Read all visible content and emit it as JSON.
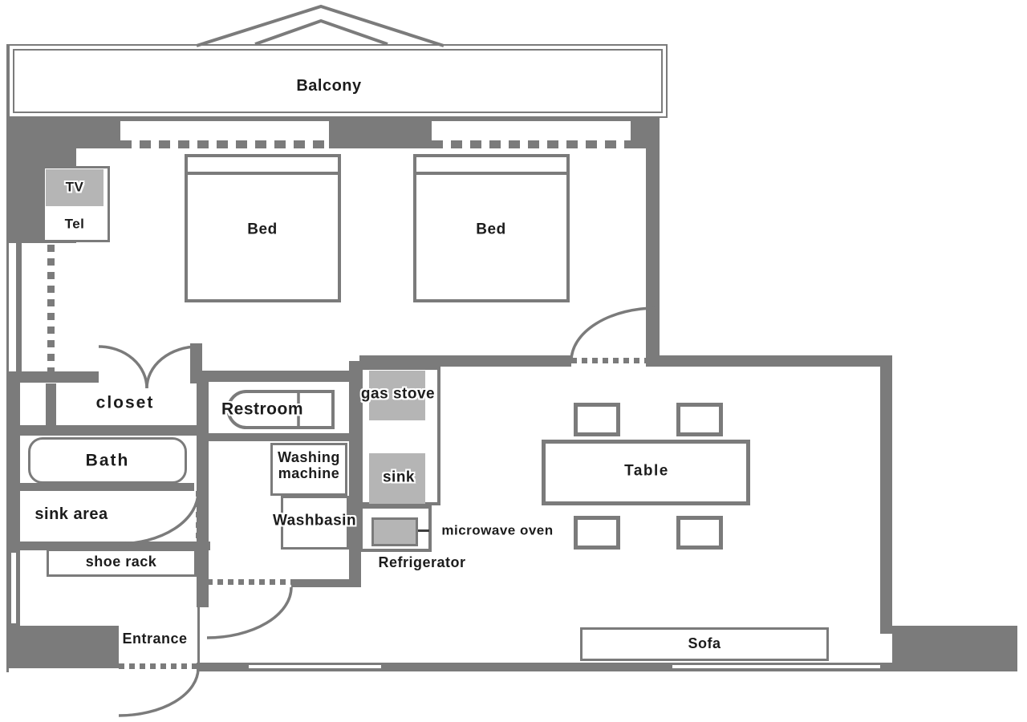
{
  "title": "Apartment floor plan",
  "colors": {
    "wall": "#7b7b7b",
    "appliance": "#b5b5b5",
    "text": "#1c1c1c"
  },
  "rooms": {
    "balcony": {
      "label": "Balcony"
    },
    "bedroom": {
      "tv_label": "TV",
      "tel_label": "Tel",
      "bed1_label": "Bed",
      "bed2_label": "Bed"
    },
    "closet": {
      "label": "closet"
    },
    "restroom": {
      "label": "Restroom"
    },
    "bath": {
      "label": "Bath"
    },
    "sink_area": {
      "label": "sink area"
    },
    "utility": {
      "washing_machine_line1": "Washing",
      "washing_machine_line2": "machine",
      "washbasin_label": "Washbasin"
    },
    "shoe_rack": {
      "label": "shoe rack"
    },
    "entrance": {
      "label": "Entrance"
    },
    "kitchen": {
      "gas_stove_label": "gas stove",
      "sink_label": "sink",
      "microwave_label": "microwave oven",
      "refrigerator_label": "Refrigerator"
    },
    "living": {
      "table_label": "Table",
      "sofa_label": "Sofa"
    }
  }
}
